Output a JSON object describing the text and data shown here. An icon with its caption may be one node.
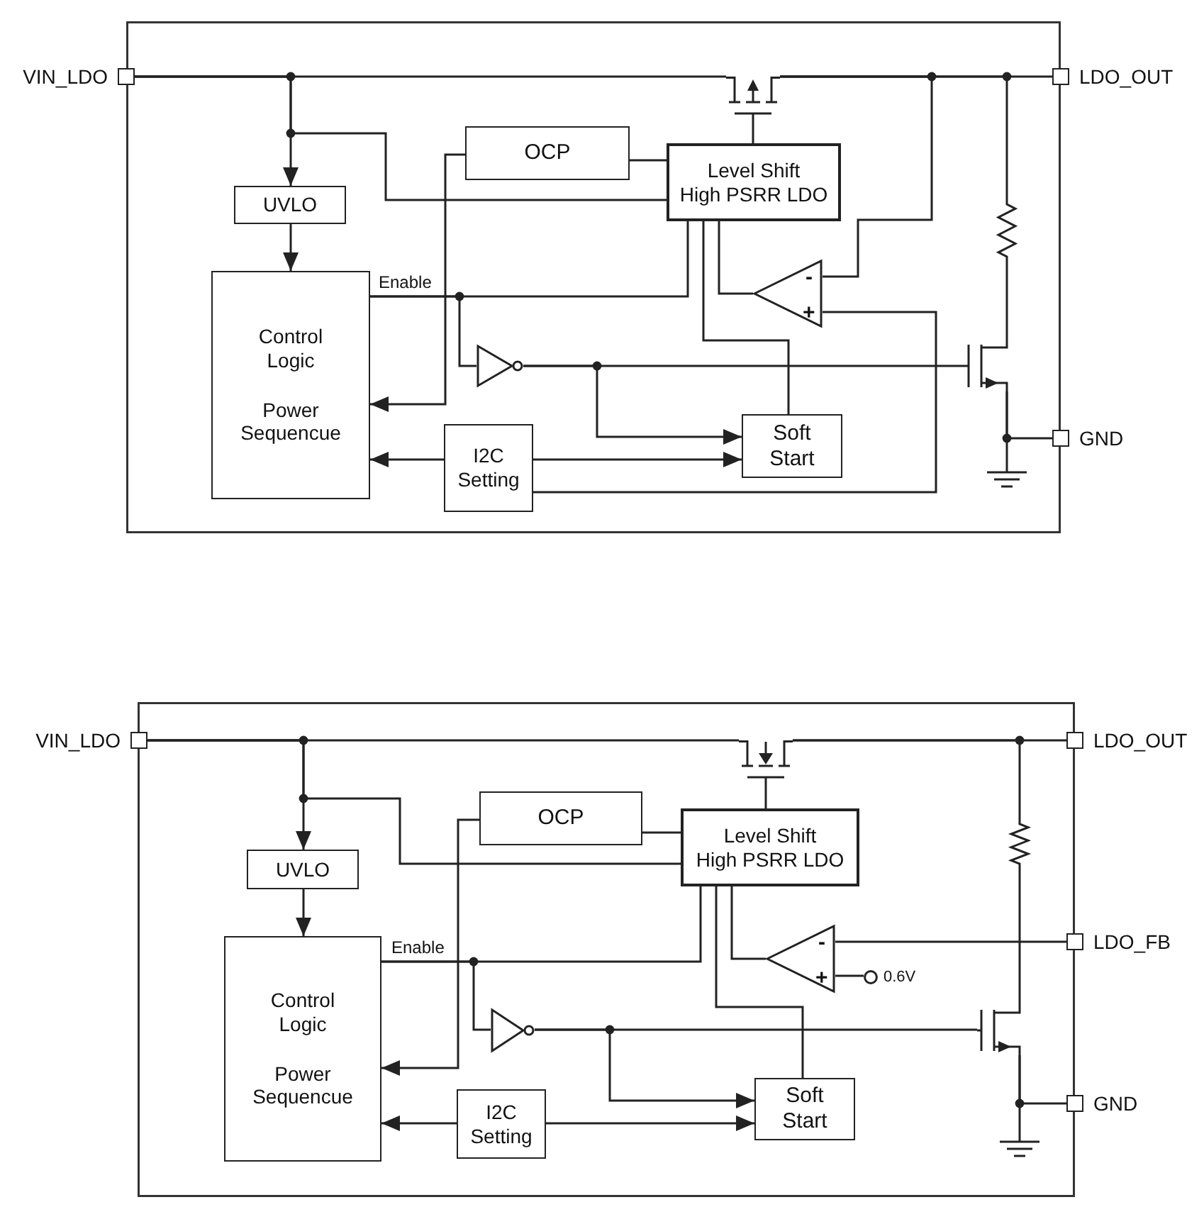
{
  "diagram": {
    "nodes": [
      {
        "text": [],
        "shape": "box"
      },
      {
        "text": [
          "VIN_LDO"
        ]
      },
      {
        "text": [
          "LDO_OUT"
        ]
      },
      {
        "text": [
          "GND"
        ]
      },
      {
        "text": [],
        "shape": "transistor",
        "in": 0
      },
      {
        "text": [
          "Level Shift",
          "High PSRR LDO"
        ],
        "in": 0
      },
      {
        "text": [
          "OCP"
        ],
        "in": 0
      },
      {
        "text": [
          "UVLO"
        ],
        "in": 0
      },
      {
        "text": [
          "Control Logic",
          "Power Sequencue"
        ],
        "in": 0
      },
      {
        "text": [],
        "shape": "triangle",
        "in": 0
      },
      {
        "text": [
          "-",
          "+"
        ],
        "in": 0
      },
      {
        "text": [
          "Soft Start"
        ],
        "in": 0
      },
      {
        "text": [
          "I2C Setting"
        ],
        "in": 0
      },
      {
        "text": [],
        "shape": "resistor",
        "in": 0
      },
      {
        "text": [],
        "shape": "transistor",
        "in": 0
      },
      {
        "text": [],
        "shape": "ground",
        "in": 0
      },
      {
        "text": [],
        "shape": "box"
      },
      {
        "text": [
          "VIN_LDO"
        ]
      },
      {
        "text": [
          "LDO_OUT"
        ]
      },
      {
        "text": [
          "LDO_FB"
        ]
      },
      {
        "text": [
          "GND"
        ]
      },
      {
        "text": [],
        "shape": "transistor",
        "in": 16
      },
      {
        "text": [
          "Level Shift",
          "High PSRR LDO"
        ],
        "in": 16
      },
      {
        "text": [
          "OCP"
        ],
        "in": 16
      },
      {
        "text": [
          "UVLO"
        ],
        "in": 16
      },
      {
        "text": [
          "Control Logic",
          "Power Sequencue"
        ],
        "in": 16
      },
      {
        "text": [],
        "shape": "triangle",
        "in": 16
      },
      {
        "text": [
          "-",
          "+"
        ],
        "in": 16
      },
      {
        "text": [],
        "shape": "circle",
        "beside": [
          "0.6V"
        ],
        "in": 16
      },
      {
        "text": [
          "Soft Start"
        ],
        "in": 16
      },
      {
        "text": [
          "I2C Setting"
        ],
        "in": 16
      },
      {
        "text": [],
        "shape": "resistor",
        "in": 16
      },
      {
        "text": [],
        "shape": "transistor",
        "in": 16
      },
      {
        "text": [],
        "shape": "ground",
        "in": 16
      }
    ],
    "edges": [
      {
        "from": 1,
        "to": 4,
        "arrow": "none"
      },
      {
        "from": 1,
        "to": 7,
        "arrow": "to"
      },
      {
        "from": 1,
        "to": 5,
        "arrow": "none"
      },
      {
        "from": 5,
        "to": 4,
        "arrow": "none"
      },
      {
        "from": 4,
        "to": 2,
        "arrow": "none"
      },
      {
        "from": 4,
        "to": 10,
        "arrow": "none"
      },
      {
        "from": 4,
        "to": 13,
        "arrow": "none"
      },
      {
        "from": 6,
        "to": 5,
        "arrow": "none"
      },
      {
        "from": 6,
        "to": 8,
        "arrow": "to"
      },
      {
        "from": 7,
        "to": 8,
        "arrow": "to"
      },
      {
        "from": 8,
        "to": 5,
        "arrow": "none",
        "label": "Enable"
      },
      {
        "from": 8,
        "to": 9,
        "arrow": "none"
      },
      {
        "from": 9,
        "to": 14,
        "arrow": "none"
      },
      {
        "from": 9,
        "to": 11,
        "arrow": "to"
      },
      {
        "from": 12,
        "to": 8,
        "arrow": "to"
      },
      {
        "from": 12,
        "to": 11,
        "arrow": "to"
      },
      {
        "from": 12,
        "to": 10,
        "arrow": "none"
      },
      {
        "from": 5,
        "to": 11,
        "arrow": "none"
      },
      {
        "from": 10,
        "to": 5,
        "arrow": "none"
      },
      {
        "from": 13,
        "to": 14,
        "arrow": "none"
      },
      {
        "from": 14,
        "to": 3,
        "arrow": "none"
      },
      {
        "from": 14,
        "to": 15,
        "arrow": "none"
      },
      {
        "from": 17,
        "to": 21,
        "arrow": "none"
      },
      {
        "from": 17,
        "to": 24,
        "arrow": "to"
      },
      {
        "from": 17,
        "to": 22,
        "arrow": "none"
      },
      {
        "from": 22,
        "to": 21,
        "arrow": "none"
      },
      {
        "from": 21,
        "to": 18,
        "arrow": "none"
      },
      {
        "from": 21,
        "to": 31,
        "arrow": "none"
      },
      {
        "from": 23,
        "to": 22,
        "arrow": "none"
      },
      {
        "from": 23,
        "to": 25,
        "arrow": "to"
      },
      {
        "from": 24,
        "to": 25,
        "arrow": "to"
      },
      {
        "from": 25,
        "to": 22,
        "arrow": "none",
        "label": "Enable"
      },
      {
        "from": 25,
        "to": 26,
        "arrow": "none"
      },
      {
        "from": 26,
        "to": 32,
        "arrow": "none"
      },
      {
        "from": 26,
        "to": 29,
        "arrow": "to"
      },
      {
        "from": 30,
        "to": 25,
        "arrow": "to"
      },
      {
        "from": 30,
        "to": 29,
        "arrow": "to"
      },
      {
        "from": 22,
        "to": 29,
        "arrow": "none"
      },
      {
        "from": 27,
        "to": 22,
        "arrow": "none"
      },
      {
        "from": 19,
        "to": 27,
        "arrow": "none"
      },
      {
        "from": 28,
        "to": 27,
        "arrow": "none"
      },
      {
        "from": 31,
        "to": 32,
        "arrow": "none"
      },
      {
        "from": 32,
        "to": 20,
        "arrow": "none"
      },
      {
        "from": 32,
        "to": 33,
        "arrow": "none"
      }
    ]
  }
}
